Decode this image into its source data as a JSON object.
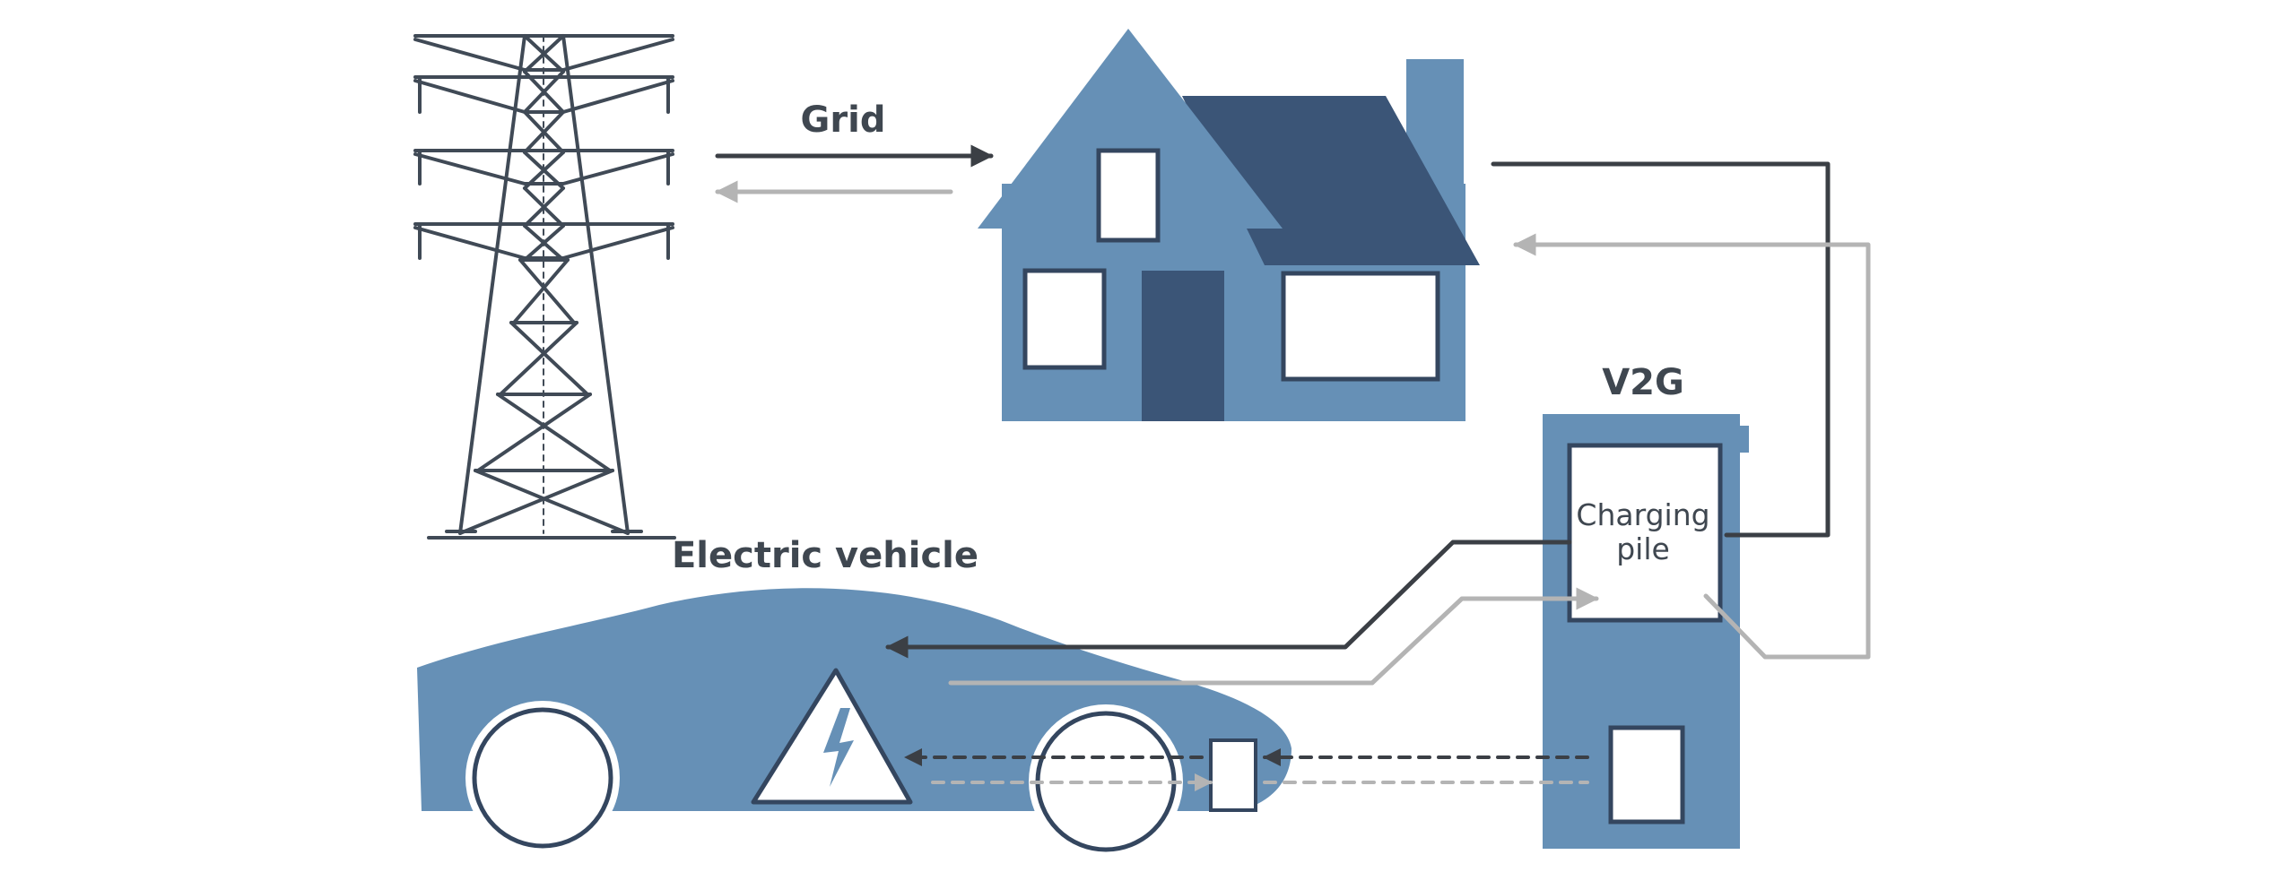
{
  "labels": {
    "grid": "Grid",
    "v2g": "V2G",
    "charging_pile_line1": "Charging",
    "charging_pile_line2": "pile",
    "electric_vehicle": "Electric vehicle"
  },
  "colors": {
    "body_blue": "#6690b6",
    "roof_dark": "#3b5577",
    "outline_dark": "#34465f",
    "arrow_dark": "#3b3f45",
    "arrow_light": "#b4b4b4",
    "tower_steel": "#404a56",
    "text": "#3f4750"
  }
}
